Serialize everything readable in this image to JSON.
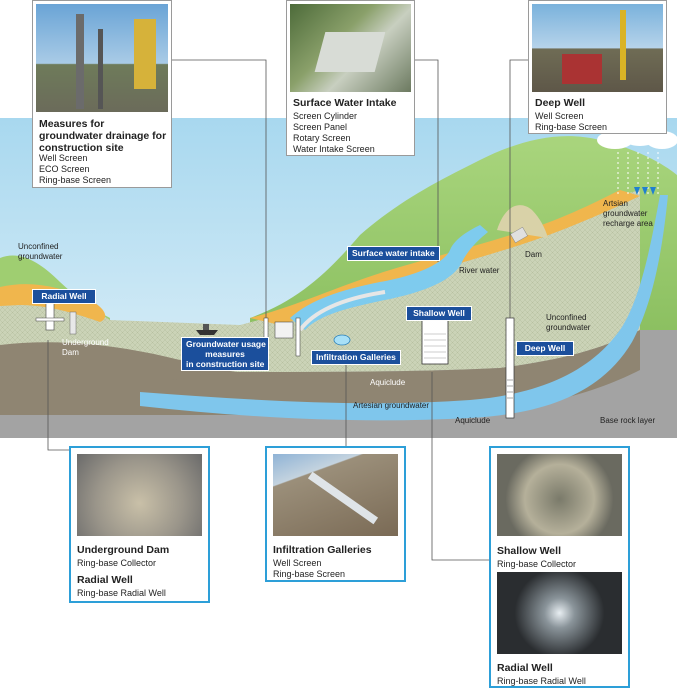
{
  "cards": {
    "construction": {
      "title": "Measures for groundwater drainage for construction site",
      "items": [
        "Well Screen",
        "ECO Screen",
        "Ring-base Screen"
      ]
    },
    "surface": {
      "title": "Surface Water Intake",
      "items": [
        "Screen Cylinder",
        "Screen Panel",
        "Rotary Screen",
        "Water Intake Screen"
      ]
    },
    "deep": {
      "title": "Deep Well",
      "items": [
        "Well Screen",
        "Ring-base Screen"
      ]
    },
    "underground": {
      "title1": "Underground Dam",
      "item1": "Ring-base Collector",
      "title2": "Radial Well",
      "item2": "Ring-base Radial Well"
    },
    "infiltration": {
      "title": "Infiltration Galleries",
      "items": [
        "Well Screen",
        "Ring-base Screen"
      ]
    },
    "shallow": {
      "title1": "Shallow Well",
      "item1": "Ring-base Collector",
      "title2": "Radial Well",
      "item2": "Ring-base Radial Well"
    }
  },
  "tags": {
    "radial_well": "Radial Well",
    "surface_intake": "Surface water intake",
    "shallow_well": "Shallow Well",
    "deep_well": "Deep Well",
    "infiltration": "Infiltration Galleries",
    "gw_usage": [
      "Groundwater usage",
      "measures",
      "in construction site"
    ]
  },
  "labels": {
    "unconfined_left": [
      "Unconfined",
      "groundwater"
    ],
    "underground_dam": [
      "Underground",
      "Dam"
    ],
    "river_water": "River water",
    "dam": "Dam",
    "unconfined_right": [
      "Unconfined",
      "groundwater"
    ],
    "artesian_recharge": [
      "Artsian",
      "groundwater",
      "recharge area"
    ],
    "aquiclude_mid": "Aquiclude",
    "artesian_gw": "Artesian groundwater",
    "aquiclude_right": "Aquiclude",
    "base_rock": "Base rock layer"
  },
  "colors": {
    "sky": "#c5e5f3",
    "hill": "#9fce71",
    "sand": "#f0b64d",
    "gravel": "#cfd6b8",
    "clay": "#8f8572",
    "bedrock": "#a3a3a3",
    "water": "#5bb7e6",
    "tag": "#1b4f9c",
    "card_border": "#2d9fd8"
  }
}
